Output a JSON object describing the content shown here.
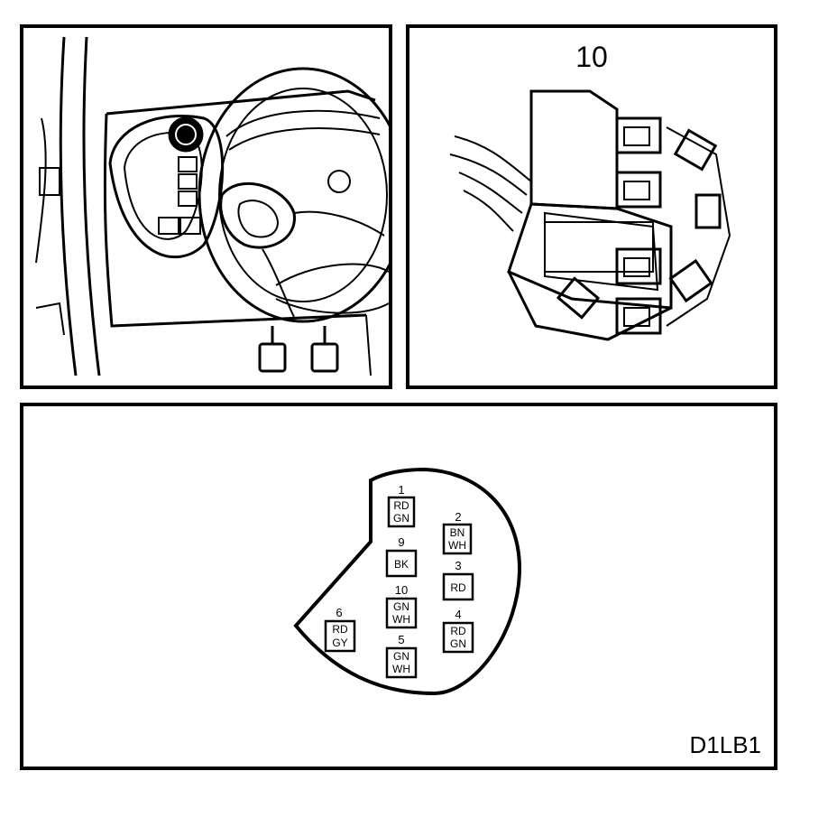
{
  "panel_number": "10",
  "diagram_code": "D1LB1",
  "pins": [
    {
      "number": "1",
      "colors": [
        "RD",
        "GN"
      ]
    },
    {
      "number": "2",
      "colors": [
        "BN",
        "WH"
      ]
    },
    {
      "number": "9",
      "colors": [
        "BK"
      ]
    },
    {
      "number": "3",
      "colors": [
        "RD"
      ]
    },
    {
      "number": "10",
      "colors": [
        "GN",
        "WH"
      ]
    },
    {
      "number": "6",
      "colors": [
        "RD",
        "GY"
      ]
    },
    {
      "number": "4",
      "colors": [
        "RD",
        "GN"
      ]
    },
    {
      "number": "5",
      "colors": [
        "GN",
        "WH"
      ]
    }
  ]
}
